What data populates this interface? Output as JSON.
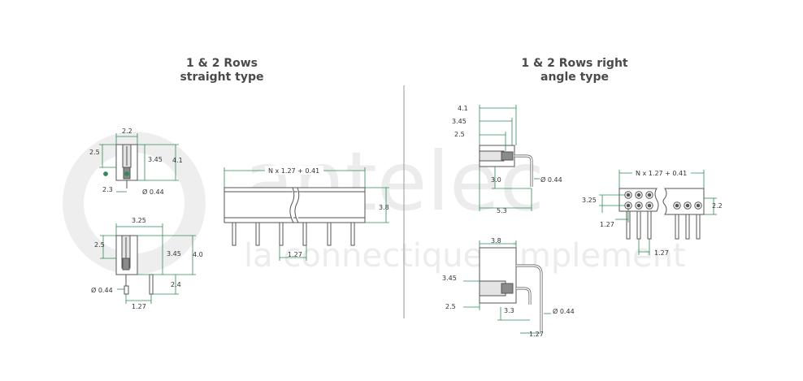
{
  "colors": {
    "dimension": "#2e8b57",
    "part": "#555555",
    "watermark": "#ececec",
    "heading": "#4a4a4a"
  },
  "headings": {
    "left": {
      "line1": "1 & 2 Rows",
      "line2": "straight type"
    },
    "right": {
      "line1": "1 & 2 Rows right",
      "line2": "angle type"
    }
  },
  "watermark": {
    "brand": "antelec",
    "tagline": "la connectique simplement"
  },
  "dims": {
    "s1": {
      "w": "2.2",
      "pin_off": "2.5",
      "h_inner": "3.45",
      "h_total": "4.1",
      "base": "2.3",
      "dia": "Ø 0.44"
    },
    "s2": {
      "w": "3.25",
      "pin_off": "2.5",
      "h_inner": "3.45",
      "h_total": "4.0",
      "tail": "2.4",
      "dia": "Ø 0.44",
      "pitch": "1.27"
    },
    "side": {
      "length": "N x 1.27 + 0.41",
      "height": "3.8",
      "pitch": "1.27"
    },
    "r1": {
      "d1": "4.1",
      "d2": "3.45",
      "d3": "2.5",
      "d4": "3.0",
      "dia": "Ø 0.44",
      "d5": "5.3"
    },
    "r2": {
      "w": "3.8",
      "d2": "3.45",
      "d3": "2.5",
      "d4": "3.3",
      "dia": "Ø 0.44",
      "pitch": "1.27"
    },
    "top": {
      "length": "N x 1.27 + 0.41",
      "h": "3.25",
      "pitch": "1.27",
      "right": "2.2",
      "pitch2": "1.27"
    }
  }
}
